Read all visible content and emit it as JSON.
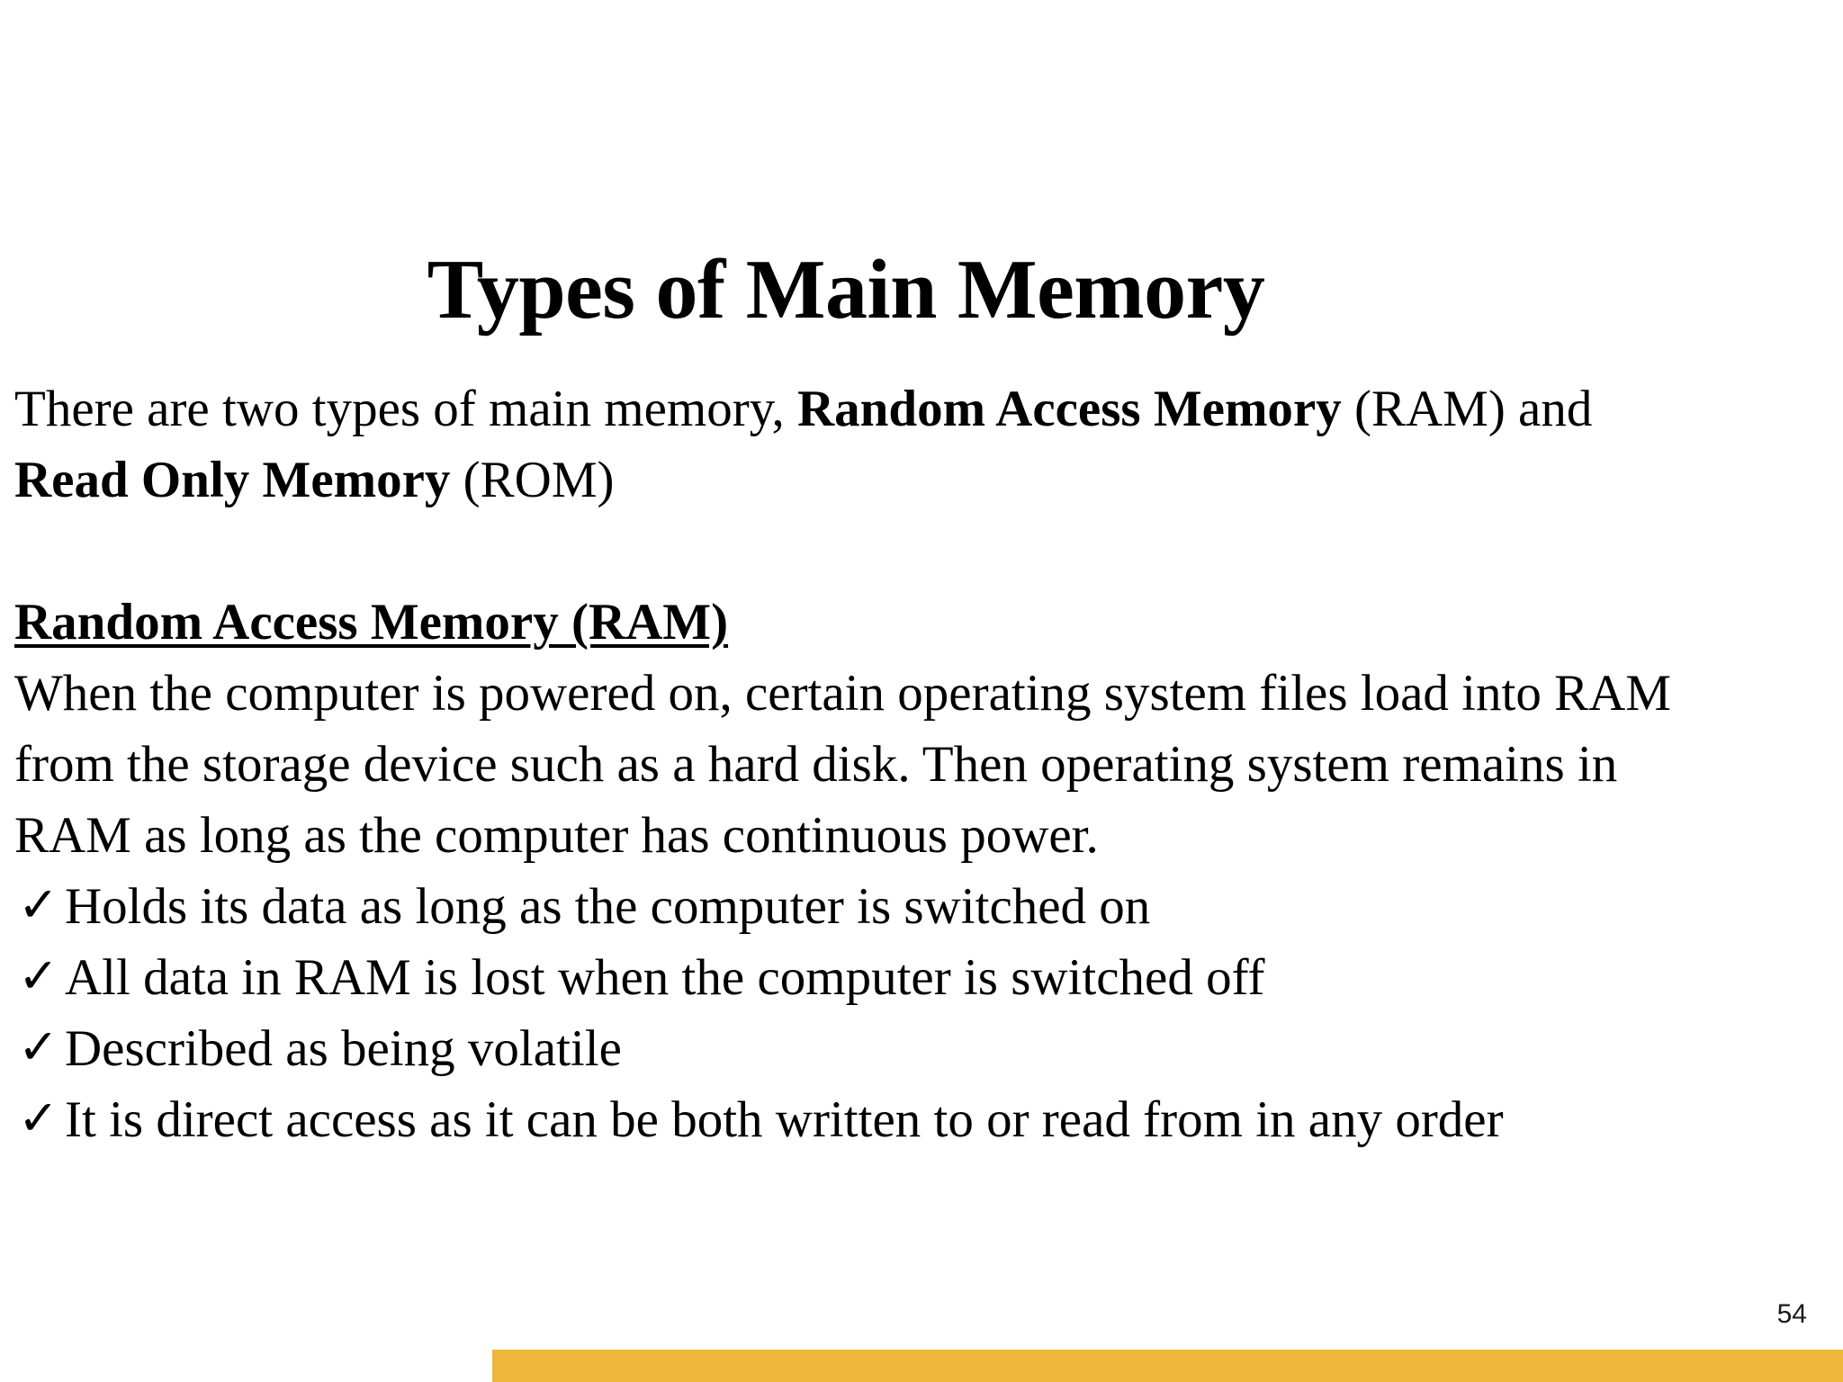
{
  "slide": {
    "title": "Types of Main Memory",
    "page_number": "54",
    "accent_color": "#EEB73C",
    "background_color": "#FFFFFF",
    "text_color": "#000000"
  },
  "intro": {
    "part1": "There are two types of main memory, ",
    "bold1": "Random Access Memory",
    "part2": " (RAM) and ",
    "bold2": "Read Only Memory",
    "part3": " (ROM)"
  },
  "section": {
    "heading": "Random Access Memory (RAM)",
    "paragraph": "When the computer is powered on, certain operating system files load into RAM from the storage device such as a hard disk. Then operating system remains in RAM as long as the computer has continuous power."
  },
  "bullets": {
    "marker": "check-mark",
    "marker_glyph": "✓",
    "items": [
      "Holds its data as long as the computer is switched on",
      "All data in RAM is lost when the computer is switched off",
      "Described as being volatile",
      "It is direct access as it can be both written to or read from in any order"
    ]
  }
}
